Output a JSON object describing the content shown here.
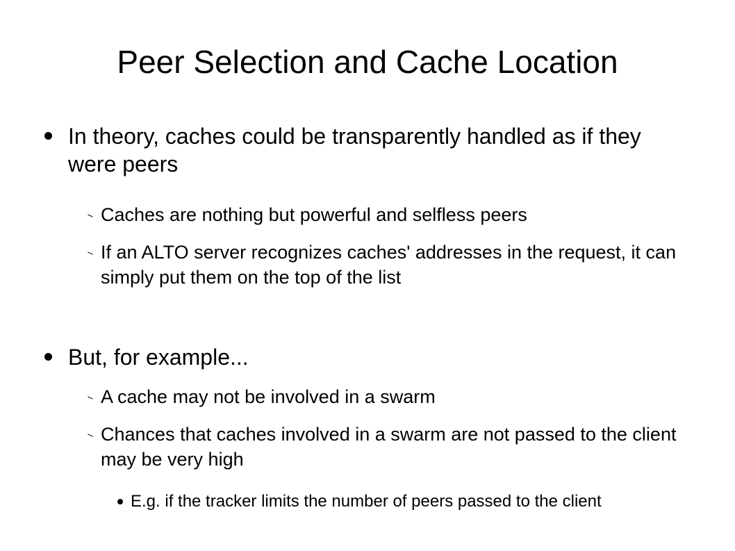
{
  "slide": {
    "title": "Peer Selection and Cache Location",
    "items": [
      {
        "level": 1,
        "text": "In theory, caches could be transparently handled as if they were peers"
      },
      {
        "level": 2,
        "text": "Caches are nothing but powerful and selfless peers"
      },
      {
        "level": 2,
        "text": "If an ALTO server recognizes caches' addresses in the request, it can simply put them on the top of the list"
      },
      {
        "level": 1,
        "text": "But, for example..."
      },
      {
        "level": 2,
        "text": "A cache may not be involved in a swarm"
      },
      {
        "level": 2,
        "text": "Chances that caches involved in a swarm are not passed to the client may be very high"
      },
      {
        "level": 3,
        "text": "E.g. if the tracker limits the number of peers passed to the client"
      }
    ]
  }
}
